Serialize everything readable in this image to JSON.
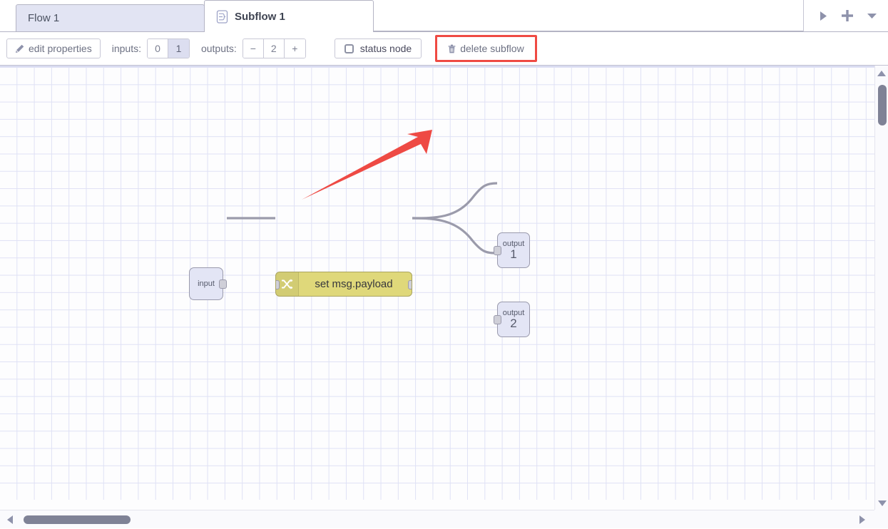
{
  "tabs": [
    {
      "label": "Flow 1",
      "active": false,
      "icon": ""
    },
    {
      "label": "Subflow 1",
      "active": true,
      "icon": "subflow-icon"
    }
  ],
  "tab_controls": [
    {
      "name": "scroll-tabs-right-button",
      "icon": "play-arrow-icon"
    },
    {
      "name": "add-flow-button",
      "icon": "plus-icon"
    },
    {
      "name": "flow-menu-button",
      "icon": "chevron-down-icon"
    }
  ],
  "toolbar": {
    "edit_properties_label": "edit properties",
    "edit_properties_icon": "pencil-icon",
    "inputs_label": "inputs:",
    "inputs_options": [
      "0",
      "1"
    ],
    "inputs_value": "1",
    "outputs_label": "outputs:",
    "outputs_minus": "−",
    "outputs_value": "2",
    "outputs_plus": "+",
    "status_node_label": "status node",
    "status_node_checked": false,
    "delete_subflow_label": "delete subflow",
    "delete_subflow_icon": "trash-icon",
    "highlight_color": "#ef4a43"
  },
  "canvas": {
    "nodes": [
      {
        "type": "subflow-input",
        "label": "input",
        "number": ""
      },
      {
        "type": "change",
        "label": "set msg.payload",
        "icon": "shuffle-icon"
      },
      {
        "type": "subflow-output",
        "label": "output",
        "number": "1"
      },
      {
        "type": "subflow-output",
        "label": "output",
        "number": "2"
      }
    ],
    "annotation": {
      "type": "arrow",
      "color": "#ef4a43",
      "points_to": "delete subflow"
    },
    "grid_visible": true,
    "node_colors": {
      "change": "#dfd87a",
      "io": "#e3e5f5",
      "port": "#cfcfd8"
    }
  },
  "scrollbars": {
    "vertical": {
      "up_icon": "triangle-up-icon",
      "down_icon": "triangle-down-icon"
    },
    "horizontal": {
      "left_icon": "triangle-left-icon",
      "right_icon": "triangle-right-icon"
    }
  }
}
